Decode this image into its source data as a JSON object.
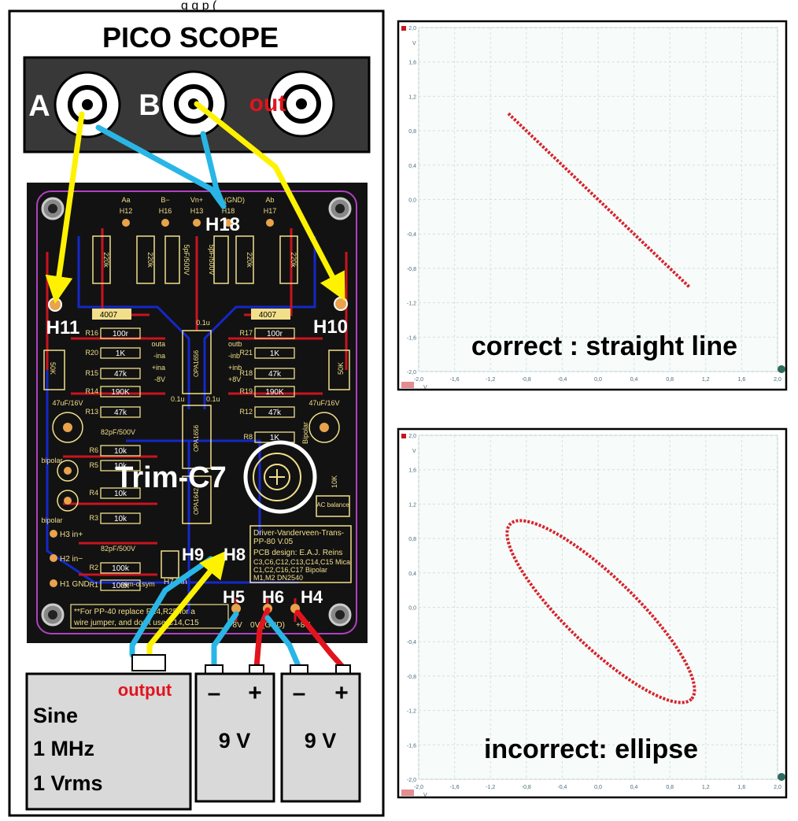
{
  "header_text": "g                                              g p                              (",
  "scope": {
    "title": "PICO SCOPE",
    "inputs": [
      "A",
      "B"
    ],
    "output_label": "out"
  },
  "pcb": {
    "header_labels": [
      "Aa",
      "B−",
      "Vn+",
      "(GND)",
      "Ab"
    ],
    "header_ids": [
      "H12",
      "H16",
      "H13",
      "H18",
      "H17"
    ],
    "resistors_top": [
      "220k",
      "220k",
      "220k",
      "220k"
    ],
    "caps_top": [
      "5pF/500V",
      "5pF/500V"
    ],
    "left_parts": [
      "R16 100r",
      "R20 1K",
      "R15 47k",
      "R14 190K",
      "R13 47k",
      "R6 10k",
      "R5 10k",
      "R4 10k",
      "R3 10k",
      "R2 100k",
      "R1 100k"
    ],
    "right_parts": [
      "R17 100r",
      "R21 1K",
      "R18 47k",
      "R19 190K",
      "R12 47k",
      "R8 1K"
    ],
    "diodes": [
      "4007",
      "4007"
    ],
    "pot_labels": [
      "50K",
      "50K",
      "10K"
    ],
    "cap_labels": [
      "47uF/16V",
      "47uF/16V",
      "82pF/500V",
      "82pF/500V",
      "0.1u",
      "0.1u",
      "0.1u"
    ],
    "ic_labels": [
      "OPA1656",
      "OPA1656",
      "OPA1642"
    ],
    "pin_labels": [
      "outa",
      "-ina",
      "+ina",
      "-8V",
      "outb",
      "-inb",
      "+inb",
      "+8V"
    ],
    "side_labels": [
      "bipolar",
      "bipolar",
      "Bipolar",
      "AC balance",
      "Trim",
      "sym-o.sym"
    ],
    "holes": [
      "H3 in+",
      "H2 in−",
      "H1 GND",
      "H7 Vin"
    ],
    "info_lines": [
      "Driver-Vanderveen-Trans-",
      "PP-80 V.05",
      "PCB design: E.A.J. Reins",
      "C3,C6,C12,C13,C14,C15 Mica",
      "C1,C2,C16,C17 Bipolar",
      "M1,M2 DN2540"
    ],
    "note_lines": [
      "**For PP-40 replace R24,R25 for a",
      "wire jumper, and don't use C14,C15"
    ],
    "power_labels": [
      "-8V",
      "0V (GND)",
      "+8V"
    ]
  },
  "callouts": {
    "h18": "H18",
    "h11": "H11",
    "h10": "H10",
    "trim": "Trim-C7",
    "h9": "H9",
    "h8": "H8",
    "h5": "H5",
    "h6": "H6",
    "h4": "H4"
  },
  "generator": {
    "output_label": "output",
    "lines": [
      "Sine",
      "1 MHz",
      "1 Vrms"
    ]
  },
  "batteries": [
    {
      "minus": "–",
      "plus": "+",
      "label": "9 V"
    },
    {
      "minus": "–",
      "plus": "+",
      "label": "9 V"
    }
  ],
  "plots": [
    {
      "caption": "correct : straight line",
      "shape": "line",
      "trace_color": "#d7232b"
    },
    {
      "caption": "incorrect: ellipse",
      "shape": "ellipse",
      "trace_color": "#d7232b"
    }
  ],
  "plot_axis": {
    "y_ticks": [
      "2,0",
      "1,6",
      "1,2",
      "0,8",
      "0,4",
      "0,0",
      "-0,4",
      "-0,8",
      "-1,2",
      "-1,6",
      "-2,0"
    ],
    "x_ticks": [
      "-2,0",
      "-1,6",
      "-1,2",
      "-0,8",
      "-0,4",
      "0,0",
      "0,4",
      "0,8",
      "1,2",
      "1,6",
      "2,0"
    ],
    "unit": "V"
  },
  "colors": {
    "wire_yellow": "#fff200",
    "wire_blue": "#29b6e6",
    "wire_red": "#e1141e",
    "pcb_bg": "#121212",
    "trace_red": "#c8141e",
    "trace_blue": "#1428c8",
    "silk": "#f2df8a",
    "pad": "#e9a34c",
    "scope_bg": "#383838"
  }
}
